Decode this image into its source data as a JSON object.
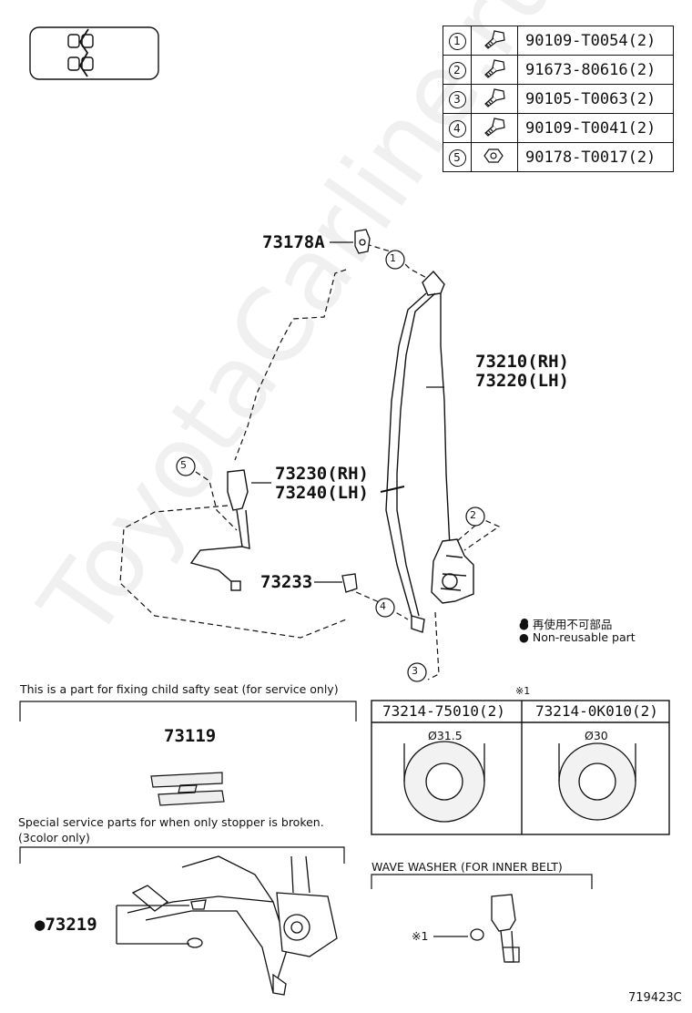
{
  "fasteners": [
    {
      "num": "1",
      "icon": "bolt-icon",
      "code": "90109-T0054(2)"
    },
    {
      "num": "2",
      "icon": "bolt-icon",
      "code": "91673-80616(2)"
    },
    {
      "num": "3",
      "icon": "bolt-icon",
      "code": "90105-T0063(2)"
    },
    {
      "num": "4",
      "icon": "bolt-icon",
      "code": "90109-T0041(2)"
    },
    {
      "num": "5",
      "icon": "nut-icon",
      "code": "90178-T0017(2)"
    }
  ],
  "parts": {
    "p73178A": "73178A",
    "p73210": "73210(RH)",
    "p73220": "73220(LH)",
    "p73230": "73230(RH)",
    "p73240": "73240(LH)",
    "p73233": "73233",
    "p73119": "73119",
    "p73219": "●73219"
  },
  "callouts": {
    "c1": "1",
    "c2": "2",
    "c3": "3",
    "c4": "4",
    "c5": "5"
  },
  "legend": {
    "line1": "● 再使用不可部品",
    "line2": "● Non-reusable part"
  },
  "child_seat": {
    "title": "This is a part for fixing child safty seat (for service only)"
  },
  "stopper": {
    "title_line1": "Special service parts for when only stopper is broken.",
    "title_line2": "(3color only)"
  },
  "washers": {
    "note_mark": "※1",
    "items": [
      {
        "code": "73214-75010(2)",
        "diameter": "Ø31.5"
      },
      {
        "code": "73214-0K010(2)",
        "diameter": "Ø30"
      }
    ]
  },
  "wave_washer": {
    "title": "WAVE WASHER (FOR INNER BELT)",
    "mark": "※1"
  },
  "diagram_id": "719423C",
  "watermark": "ToyotaCarline.ru"
}
